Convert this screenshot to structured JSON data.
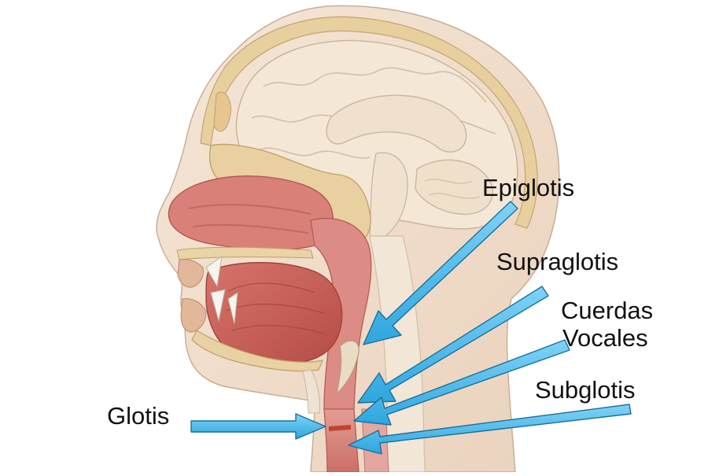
{
  "diagram": {
    "labels": {
      "epiglotis": "Epiglotis",
      "supraglotis": "Supraglotis",
      "cuerdas_line1": "Cuerdas",
      "cuerdas_line2": "Vocales",
      "subglotis": "Subglotis",
      "glotis": "Glotis"
    },
    "colors": {
      "arrow_fill": "#3cb4ea",
      "arrow_stroke": "#1d6f99",
      "skin": "#f1e1cf",
      "bone": "#e8d3a3",
      "brain": "#f3e5d3",
      "nasal_cavity": "#d8827a",
      "tongue": "#c8584f",
      "airway": "#d9857d"
    }
  }
}
